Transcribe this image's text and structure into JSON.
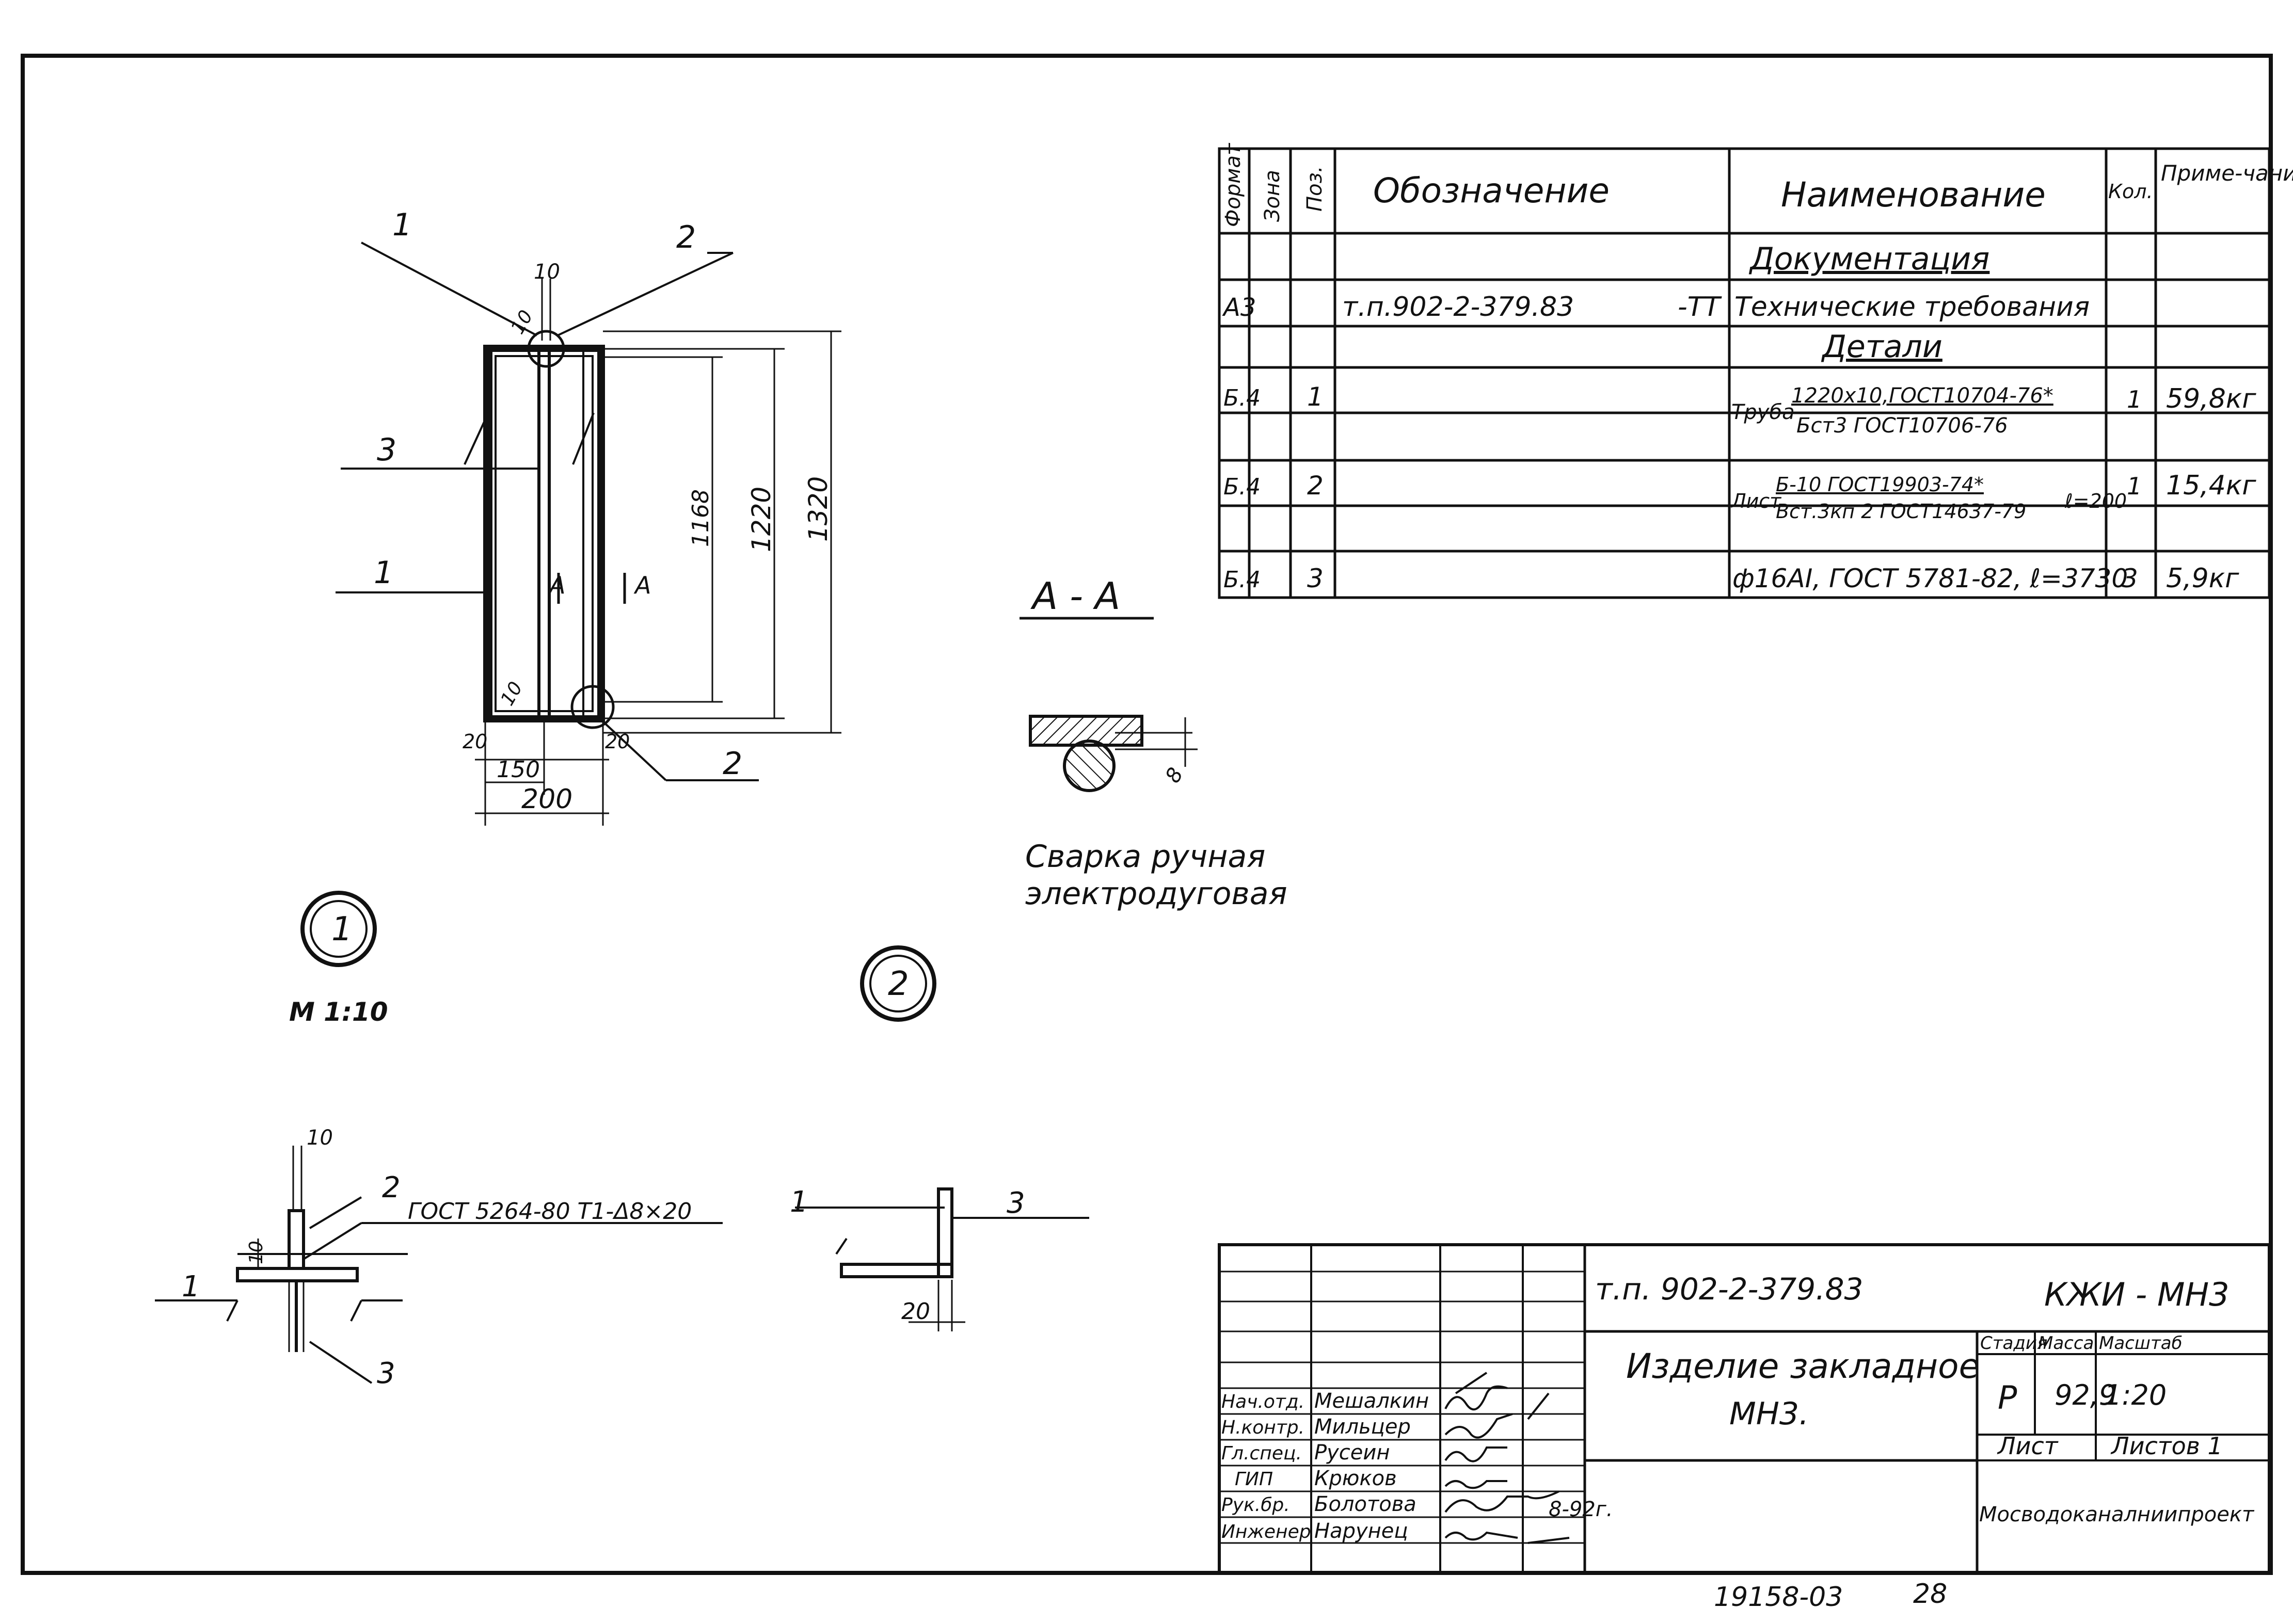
{
  "spec_table": {
    "headers": {
      "format": "Формат",
      "zone": "Зона",
      "pos": "Поз.",
      "designation": "Обозначение",
      "name": "Наименование",
      "qty": "Кол.",
      "note": "Приме-чание"
    },
    "section_documentation": "Документация",
    "doc_row": {
      "format": "А3",
      "designation": "т.п.902-2-379.83",
      "suffix": "-ТТ",
      "name": "Технические требования"
    },
    "section_parts": "Детали",
    "rows": [
      {
        "format": "Б.4",
        "pos": "1",
        "name_prefix": "Труба",
        "name_top": "1220х10,ГОСТ10704-76*",
        "name_bottom": "Бст3 ГОСТ10706-76",
        "name_suffix": "",
        "qty": "1",
        "note": "59,8кг"
      },
      {
        "format": "Б.4",
        "pos": "2",
        "name_prefix": "Лист",
        "name_top": "Б-10 ГОСТ19903-74*",
        "name_bottom": "Вст.3кп 2 ГОСТ14637-79",
        "name_suffix": "ℓ=200",
        "qty": "1",
        "note": "15,4кг"
      },
      {
        "format": "Б.4",
        "pos": "3",
        "name_prefix": "",
        "name_top": "ф16АI, ГОСТ 5781-82, ℓ=3730",
        "name_bottom": "",
        "name_suffix": "",
        "qty": "3",
        "note": "5,9кг"
      }
    ]
  },
  "main_view": {
    "labels": {
      "pos1_top": "1",
      "pos2_top": "2",
      "pos3": "3",
      "pos1_left": "1",
      "pos2_bottom": "2",
      "cut_a_left": "А",
      "cut_a_right": "А"
    },
    "dims": {
      "d10_top": "10",
      "d10_corner_top": "10",
      "d10_corner_bottom": "10",
      "h1168": "1168",
      "h1220": "1220",
      "h1320": "1320",
      "d20_left": "20",
      "d20_right": "20",
      "w150": "150",
      "w200": "200"
    }
  },
  "section_aa": {
    "title": "А - А",
    "dim": "8"
  },
  "weld_note": {
    "line1": "Сварка ручная",
    "line2": "электродуговая"
  },
  "node1": {
    "number": "1",
    "scale": "М 1:10",
    "dim_top": "10",
    "dim_side": "10",
    "pos1": "1",
    "pos2": "2",
    "pos3": "3",
    "weld_note": "ГОСТ 5264-80 Т1-Δ8×20"
  },
  "node2": {
    "number": "2",
    "pos1": "1",
    "pos3": "3",
    "dim": "20"
  },
  "title_block": {
    "project": "т.п. 902-2-379.83",
    "code": "КЖИ - МН3",
    "item_line1": "Изделие закладное",
    "item_line2": "МН3.",
    "stage_header": "Стадия",
    "mass_header": "Масса",
    "scale_header": "Масштаб",
    "stage": "Р",
    "mass": "92,9",
    "scale": "1:20",
    "sheet_label": "Лист",
    "sheets_label": "Листов 1",
    "org": "Мосводоканалниипроект",
    "staff": [
      {
        "role": "Нач.отд.",
        "name": "Мешалкин"
      },
      {
        "role": "Н.контр.",
        "name": "Мильцер"
      },
      {
        "role": "Гл.спец.",
        "name": "Русеин"
      },
      {
        "role": "ГИП",
        "name": "Крюков"
      },
      {
        "role": "Рук.бр.",
        "name": "Болотова"
      },
      {
        "role": "Инженер",
        "name": "Нарунец"
      }
    ],
    "date": "8-92г."
  },
  "footer": {
    "number": "19158-03",
    "page": "28"
  }
}
